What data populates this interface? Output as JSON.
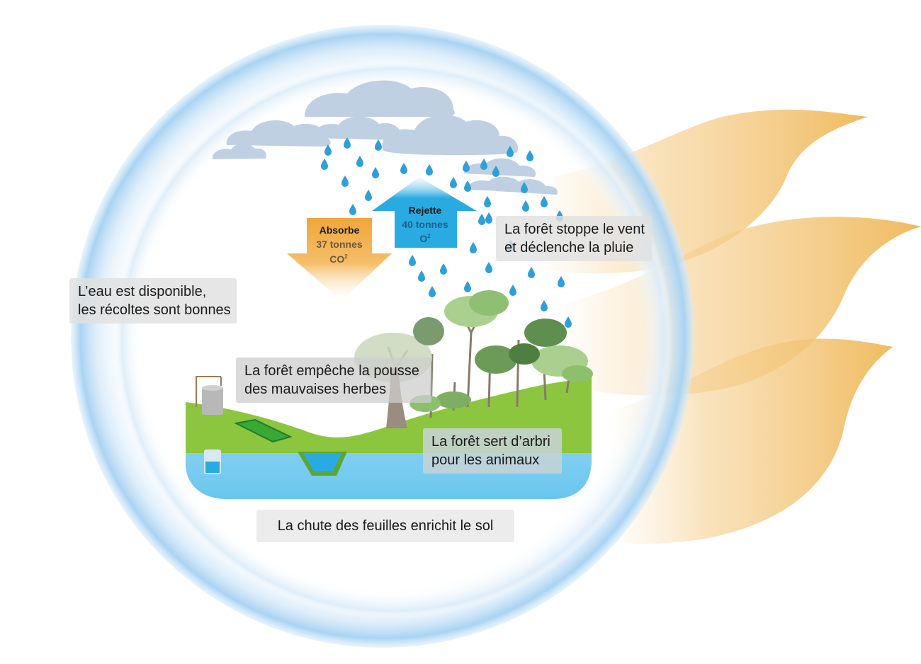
{
  "arrows": {
    "absorb": {
      "title": "Absorbe",
      "amount": "37 tonnes",
      "gas": "CO",
      "sup": "2",
      "color": "#f0a63a"
    },
    "release": {
      "title": "Rejette",
      "amount": "40 tonnes",
      "gas": "O",
      "sup": "2",
      "color": "#29abe2"
    }
  },
  "labels": {
    "wind": {
      "line1": "La forêt stoppe le vent",
      "line2": "et déclenche la pluie"
    },
    "water": {
      "line1": "L’eau est disponible,",
      "line2": "les récoltes sont bonnes"
    },
    "weeds": {
      "line1": "La forêt empêche la pousse",
      "line2": "des mauvaises herbes"
    },
    "shelter": {
      "line1": "La forêt sert d’arbri",
      "line2": "pour les animaux"
    },
    "leaves": {
      "line1": "La chute des feuilles enrichit le sol"
    }
  },
  "colors": {
    "halo": "#b9dcf5",
    "cloud": "#bfd0e2",
    "rain": "#2e9fd9",
    "wind": "#f2c276",
    "grass": "#8cc63f",
    "groundwater": "#7ccff0",
    "pond": "#29abe2",
    "field": "#39a935",
    "tree_light": "#a9d08e",
    "tree_dark": "#5f8f4e",
    "trunk": "#8a7a6a"
  }
}
